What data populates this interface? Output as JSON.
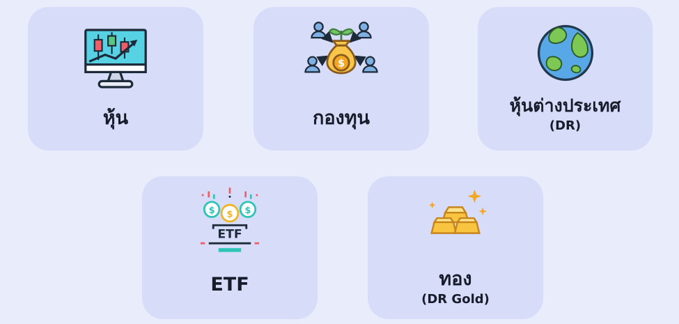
{
  "screen": {
    "background_color": "#e9edfb",
    "card_color": "#d7ddf8",
    "text_color": "#171c2b",
    "accent_teal": "#2ec4b6",
    "accent_red": "#ef5e67",
    "accent_gold": "#f9c440"
  },
  "icons": {
    "dollar": "$",
    "etf_text": "ETF"
  },
  "cards": [
    {
      "label": "หุ้น",
      "sublabel": "",
      "icon": "stock-monitor-icon"
    },
    {
      "label": "กองทุน",
      "sublabel": "",
      "icon": "mutual-fund-icon"
    },
    {
      "label": "หุ้นต่างประเทศ",
      "sublabel": "(DR)",
      "icon": "globe-icon"
    },
    {
      "label": "ETF",
      "sublabel": "",
      "icon": "etf-coins-icon"
    },
    {
      "label": "ทอง",
      "sublabel": "(DR Gold)",
      "icon": "gold-bars-icon"
    }
  ]
}
